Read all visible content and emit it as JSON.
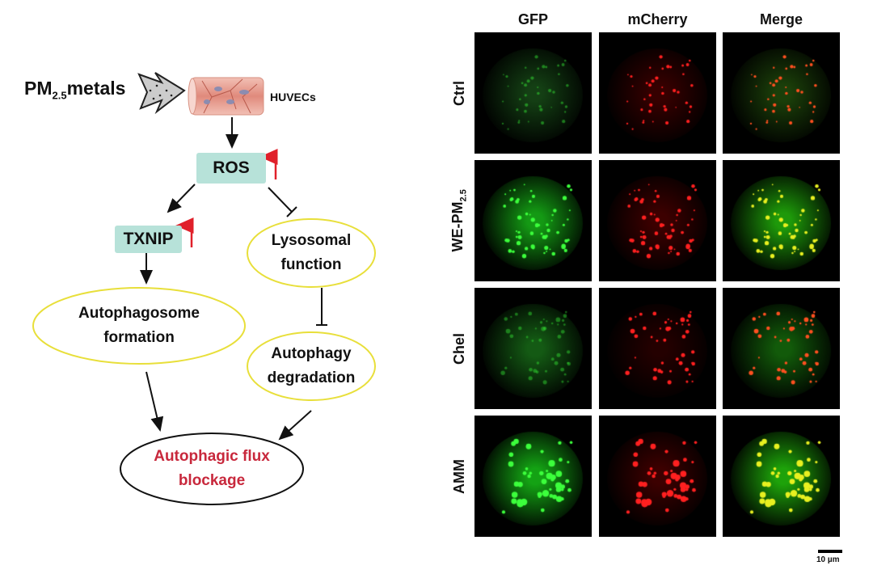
{
  "diagram": {
    "source": {
      "main": "PM",
      "sub": "2.5",
      "suffix": "metals"
    },
    "cell_label": "HUVECs",
    "ros": "ROS",
    "txnip": "TXNIP",
    "lysosomal": [
      "Lysosomal",
      "function"
    ],
    "autophagosome": [
      "Autophagosome",
      "formation"
    ],
    "degradation": [
      "Autophagy",
      "degradation"
    ],
    "outcome": [
      "Autophagic flux",
      "blockage"
    ],
    "colors": {
      "box": "#b7e2d9",
      "ellipse": "#e8df3a",
      "up_arrow": "#e0202a",
      "outcome_text": "#c8283c"
    }
  },
  "micrographs": {
    "columns": [
      "GFP",
      "mCherry",
      "Merge"
    ],
    "rows": [
      {
        "label": "Ctrl"
      },
      {
        "label": "WE-PM",
        "sub": "2.5"
      },
      {
        "label": "Chel"
      },
      {
        "label": "AMM"
      }
    ],
    "scale_bar": "10 µm"
  }
}
